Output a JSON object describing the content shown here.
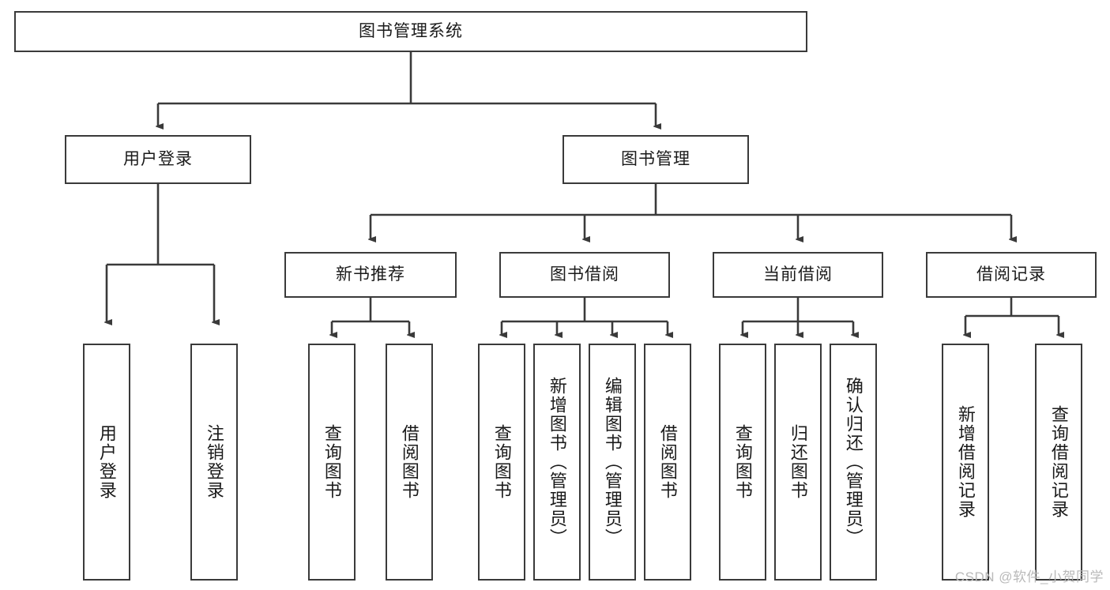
{
  "diagram": {
    "type": "tree",
    "title": "图书管理系统",
    "root": {
      "id": "root",
      "label": "图书管理系统"
    },
    "level2": [
      {
        "id": "user-login",
        "label": "用户登录"
      },
      {
        "id": "book-management",
        "label": "图书管理"
      }
    ],
    "level3": [
      {
        "id": "new-book-recommend",
        "label": "新书推荐"
      },
      {
        "id": "book-borrow",
        "label": "图书借阅"
      },
      {
        "id": "current-borrow",
        "label": "当前借阅"
      },
      {
        "id": "borrow-record",
        "label": "借阅记录"
      }
    ],
    "leaves": {
      "user_login": [
        {
          "id": "leaf-user-login",
          "label": "用户登录"
        },
        {
          "id": "leaf-user-logout",
          "label": "注销登录"
        }
      ],
      "new_book_recommend": [
        {
          "id": "leaf-query-book-1",
          "label": "查询图书"
        },
        {
          "id": "leaf-borrow-book-1",
          "label": "借阅图书"
        }
      ],
      "book_borrow": [
        {
          "id": "leaf-query-book-2",
          "label": "查询图书"
        },
        {
          "id": "leaf-add-book",
          "label": "新增图书（管理员）"
        },
        {
          "id": "leaf-edit-book",
          "label": "编辑图书（管理员）"
        },
        {
          "id": "leaf-borrow-book-2",
          "label": "借阅图书"
        }
      ],
      "current_borrow": [
        {
          "id": "leaf-query-book-3",
          "label": "查询图书"
        },
        {
          "id": "leaf-return-book",
          "label": "归还图书"
        },
        {
          "id": "leaf-confirm-return",
          "label": "确认归还（管理员）"
        }
      ],
      "borrow_record": [
        {
          "id": "leaf-add-record",
          "label": "新增借阅记录"
        },
        {
          "id": "leaf-query-record",
          "label": "查询借阅记录"
        }
      ]
    }
  },
  "watermark": {
    "text": "CSDN @软件_小贺同学"
  },
  "colors": {
    "stroke": "#3a3a3a",
    "background": "#ffffff",
    "text": "#1a1a1a",
    "watermark": "#b9b9b9"
  }
}
